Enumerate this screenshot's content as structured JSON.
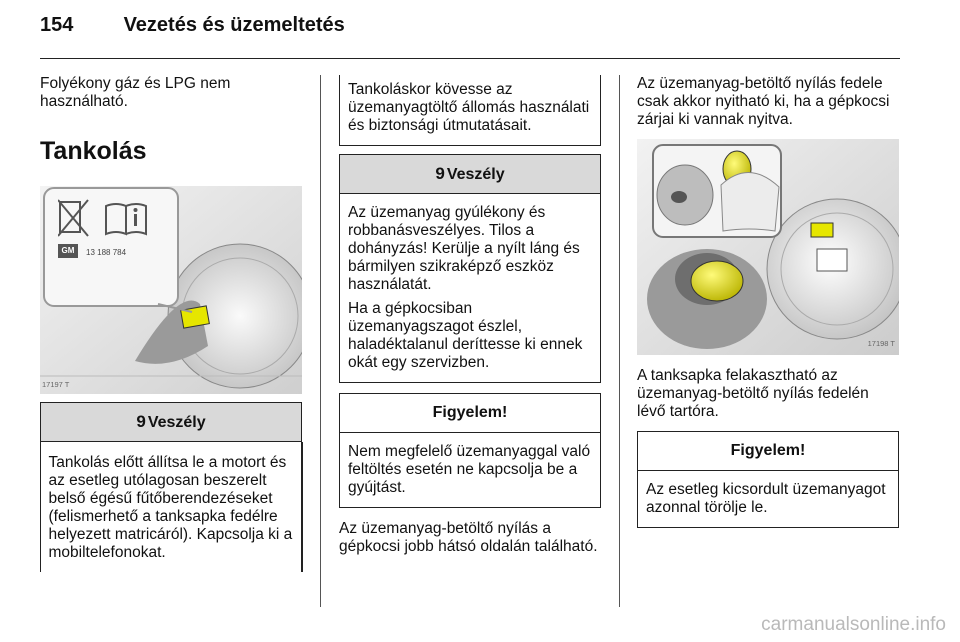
{
  "header": {
    "page_number": "154",
    "title": "Vezetés és üzemeltetés"
  },
  "col1": {
    "intro": "Folyékony gáz és LPG nem használható.",
    "section_title": "Tankolás",
    "image": {
      "label_number": "13 188 784",
      "gm_logo": "GM",
      "code": "17197 T"
    },
    "warning": {
      "symbol": "9",
      "title": "Veszély",
      "text": "Tankolás előtt állítsa le a motort és az esetleg utólagosan beszerelt belső égésű fűtőberendezéseket (felismerhető a tanksapka fedélre helyezett matricáról). Kapcsolja ki a mobiltelefonokat."
    }
  },
  "col2": {
    "top_text": "Tankoláskor kövesse az üzemanyagtöltő állomás használati és biztonsági útmutatásait.",
    "warning": {
      "symbol": "9",
      "title": "Veszély",
      "p1": "Az üzemanyag gyúlékony és robbanásveszélyes. Tilos a dohányzás! Kerülje a nyílt láng és bármilyen szikraképző eszköz használatát.",
      "p2": "Ha a gépkocsiban üzemanyagszagot észlel, haladéktalanul deríttesse ki ennek okát egy szervizben."
    },
    "notice": {
      "title": "Figyelem!",
      "text": "Nem megfelelő üzemanyaggal való feltöltés esetén ne kapcsolja be a gyújtást."
    },
    "bottom_text": "Az üzemanyag-betöltő nyílás a gépkocsi jobb hátsó oldalán található."
  },
  "col3": {
    "top_text": "Az üzemanyag-betöltő nyílás fedele csak akkor nyitható ki, ha a gépkocsi zárjai ki vannak nyitva.",
    "image": {
      "code": "17198 T"
    },
    "caption": "A tanksapka felakasztható az üzemanyag-betöltő nyílás fedelén lévő tartóra.",
    "notice": {
      "title": "Figyelem!",
      "text": "Az esetleg kicsordult üzemanyagot azonnal törölje le."
    }
  },
  "watermark": "carmanualsonline.info"
}
